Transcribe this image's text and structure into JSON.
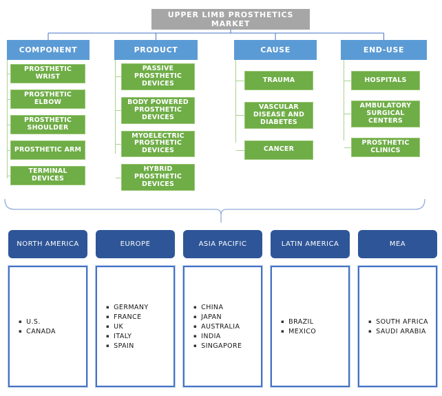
{
  "title": "UPPER LIMB PROSTHETICS MARKET",
  "segments": [
    {
      "label": "COMPONENT",
      "items": [
        "PROSTHETIC WRIST",
        "PROSTHETIC ELBOW",
        "PROSTHETIC SHOULDER",
        "PROSTHETIC ARM",
        "TERMINAL DEVICES"
      ]
    },
    {
      "label": "PRODUCT",
      "items": [
        "PASSIVE PROSTHETIC DEVICES",
        "BODY POWERED PROSTHETIC DEVICES",
        "MYOELECTRIC PROSTHETIC DEVICES",
        "HYBRID PROSTHETIC DEVICES"
      ]
    },
    {
      "label": "CAUSE",
      "items": [
        "TRAUMA",
        "VASCULAR DISEASE AND DIABETES",
        "CANCER"
      ]
    },
    {
      "label": "END-USE",
      "items": [
        "HOSPITALS",
        "AMBULATORY SURGICAL CENTERS",
        "PROSTHETIC CLINICS"
      ]
    }
  ],
  "regions": [
    {
      "label": "NORTH AMERICA",
      "countries": [
        "U.S.",
        "CANADA"
      ]
    },
    {
      "label": "EUROPE",
      "countries": [
        "GERMANY",
        "FRANCE",
        "UK",
        "ITALY",
        "SPAIN"
      ]
    },
    {
      "label": "ASIA PACIFIC",
      "countries": [
        "CHINA",
        "JAPAN",
        "AUSTRALIA",
        "INDIA",
        "SINGAPORE"
      ]
    },
    {
      "label": "LATIN AMERICA",
      "countries": [
        "BRAZIL",
        "MEXICO"
      ]
    },
    {
      "label": "MEA",
      "countries": [
        "SOUTH AFRICA",
        "SAUDI ARABIA"
      ]
    }
  ],
  "bullet_glyph": "▪",
  "colors": {
    "title_gray": "#A6A6A6",
    "segment_blue": "#5B9BD5",
    "item_green": "#6FAD47",
    "item_green_border": "#9AC674",
    "green_connector": "#A9D18E",
    "blue_connector": "#4472C4",
    "brace_blue": "#8FAADC",
    "region_dark_blue": "#2E5597",
    "region_box_border": "#4472C4",
    "text_white": "#FFFFFF",
    "text_dark": "#151515"
  }
}
